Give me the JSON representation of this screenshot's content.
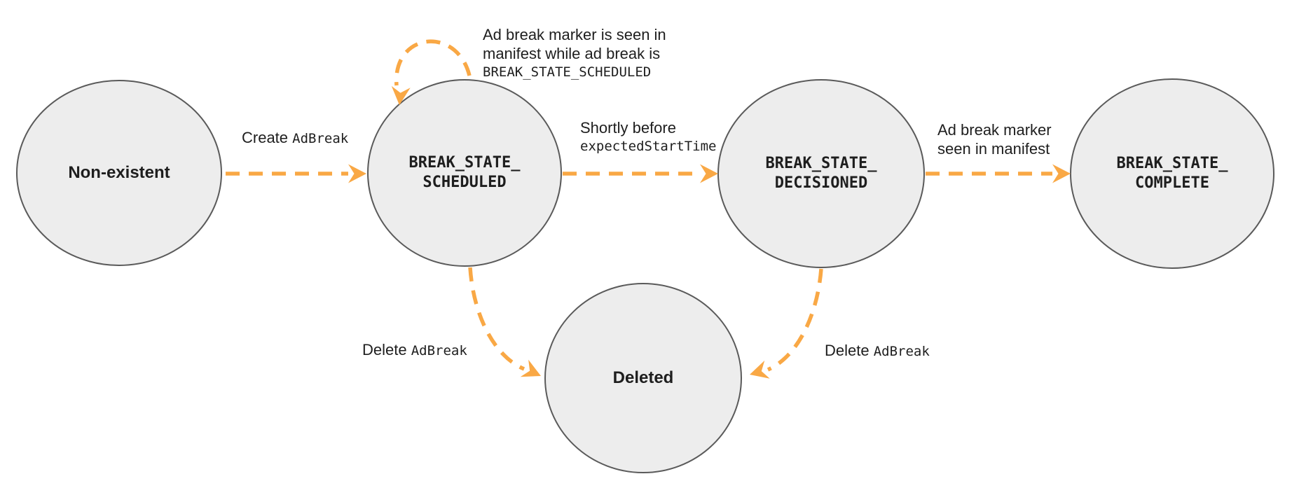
{
  "diagram": {
    "colors": {
      "arrow": "#F9A845",
      "state_fill": "#EDEDED",
      "state_stroke": "#5A5A5A",
      "text": "#1E1E1E",
      "background": "#FFFFFF"
    },
    "states": {
      "non_existent": {
        "label": "Non-existent"
      },
      "scheduled": {
        "line1": "BREAK_STATE_",
        "line2": "SCHEDULED"
      },
      "decisioned": {
        "line1": "BREAK_STATE_",
        "line2": "DECISIONED"
      },
      "complete": {
        "line1": "BREAK_STATE_",
        "line2": "COMPLETE"
      },
      "deleted": {
        "label": "Deleted"
      }
    },
    "edges": {
      "create": {
        "sans": "Create ",
        "mono": "AdBreak"
      },
      "self_loop": {
        "line1": "Ad break marker is seen in",
        "line2": "manifest while ad break is",
        "line3_mono": "BREAK_STATE_SCHEDULED"
      },
      "to_decisioned": {
        "line1": "Shortly before",
        "line2_mono": "expectedStartTime"
      },
      "to_complete": {
        "line1": "Ad break marker",
        "line2": "seen in manifest"
      },
      "delete_from_scheduled": {
        "sans": "Delete ",
        "mono": "AdBreak"
      },
      "delete_from_decisioned": {
        "sans": "Delete ",
        "mono": "AdBreak"
      }
    }
  }
}
